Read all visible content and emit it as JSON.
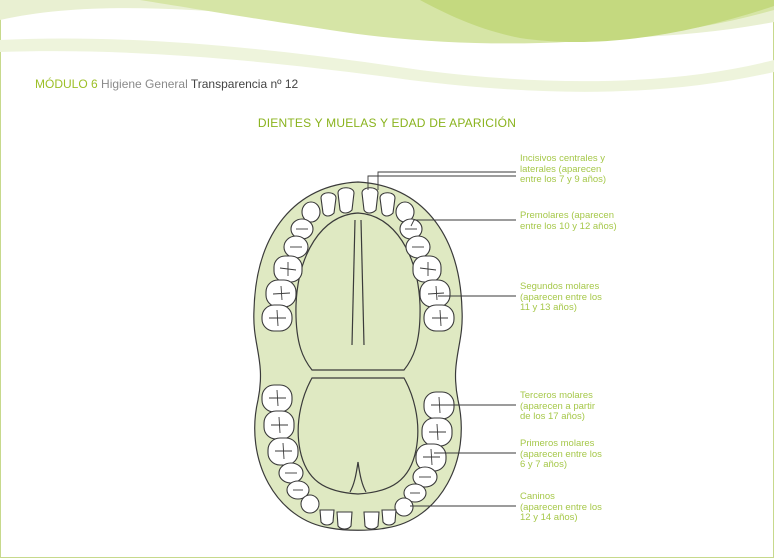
{
  "header": {
    "module": "MÓDULO 6",
    "category": "Higiene General",
    "transparency": "Transparencia nº 12"
  },
  "title": "DIENTES Y MUELAS Y EDAD DE APARICIÓN",
  "labels": {
    "incisivos": "Incisivos centrales y\nlaterales (aparecen\nentre los 7 y 9 años)",
    "premolares": "Premolares (aparecen\nentre los 10 y 12 años)",
    "segundos_molares": "Segundos molares\n(aparecen entre los\n11 y 13 años)",
    "terceros_molares": "Terceros molares\n(aparecen a partir\nde los 17 años)",
    "primeros_molares": "Primeros molares\n(aparecen entre los\n6 y 7 años)",
    "caninos": "Caninos\n(aparecen entre los\n12 y 14 años)"
  },
  "colors": {
    "accent": "#9cbf26",
    "label": "#a6c84a",
    "palate": "#dfe9c2",
    "border": "#c7d98c"
  }
}
